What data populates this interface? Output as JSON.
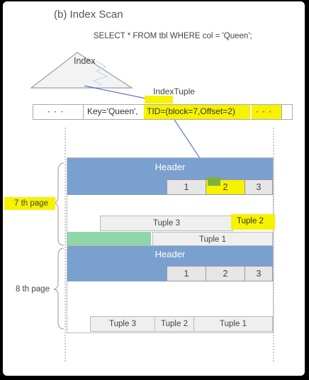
{
  "title": "(b) Index Scan",
  "query": "SELECT * FROM tbl WHERE  col = 'Queen';",
  "index_label": "Index",
  "index_tuple_label": "IndexTuple",
  "tuple_row": {
    "ellipsis_left": "‧  ‧  ‧",
    "key": "Key='Queen',",
    "tid": "TID=(block=7,Offset=2)",
    "ellipsis_right": "‧  ‧  ‧"
  },
  "page7": {
    "label": "7 th page",
    "header": "Header",
    "slots": [
      "1",
      "2",
      "3"
    ],
    "tuple3": "Tuple 3",
    "tuple2": "Tuple  2",
    "tuple1": "Tuple 1"
  },
  "page8": {
    "label": "8 th page",
    "header": "Header",
    "slots": [
      "1",
      "2",
      "3"
    ],
    "tuple3": "Tuple 3",
    "tuple2": "Tuple  2",
    "tuple1": "Tuple 1"
  },
  "colors": {
    "highlight": "#f6f200",
    "header_blue": "#7aa0cf",
    "tuple1_green": "#8fd6a8",
    "arrow_blue": "#3a52d8"
  }
}
